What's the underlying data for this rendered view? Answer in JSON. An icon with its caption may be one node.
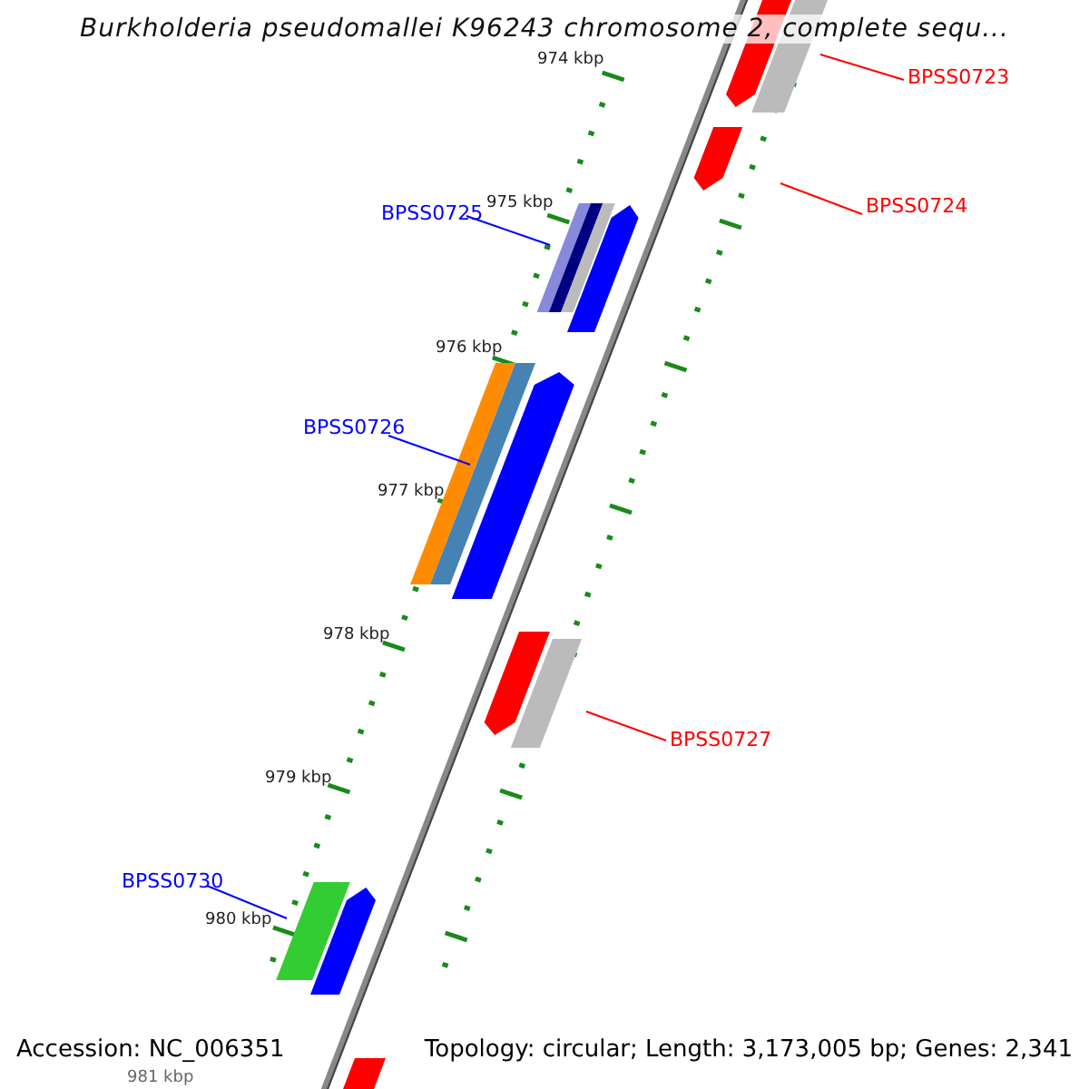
{
  "diagram": {
    "title": "Burkholderia pseudomallei K96243 chromosome 2, complete sequ...",
    "nodes": [
      {
        "text": [
          "BPSS0723"
        ]
      },
      {
        "text": [],
        "shape": "bar"
      },
      {
        "text": [
          "BPSS0724"
        ]
      },
      {
        "text": [],
        "shape": "bar"
      },
      {
        "text": [
          "BPSS0725"
        ]
      },
      {
        "text": [],
        "shape": "bar"
      },
      {
        "text": [
          "BPSS0726"
        ]
      },
      {
        "text": [],
        "shape": "bar"
      },
      {
        "text": [
          "BPSS0727"
        ]
      },
      {
        "text": [],
        "shape": "bar"
      },
      {
        "text": [
          "BPSS0730"
        ]
      },
      {
        "text": [],
        "shape": "bar"
      },
      {
        "text": [],
        "shape": "bar"
      },
      {
        "text": [],
        "shape": "bar"
      },
      {
        "text": [],
        "shape": "bar"
      },
      {
        "text": [],
        "shape": "bar"
      },
      {
        "text": [],
        "shape": "bar"
      },
      {
        "text": [],
        "shape": "bar"
      }
    ],
    "edges": [
      {
        "from": 0,
        "to": 1,
        "arrow": "none",
        "color": "#ff0000"
      },
      {
        "from": 2,
        "to": 3,
        "arrow": "none",
        "color": "#ff0000"
      },
      {
        "from": 4,
        "to": 5,
        "arrow": "none",
        "color": "#0000ff"
      },
      {
        "from": 6,
        "to": 7,
        "arrow": "none",
        "color": "#0000ff"
      },
      {
        "from": 8,
        "to": 9,
        "arrow": "none",
        "color": "#ff0000"
      },
      {
        "from": 10,
        "to": 11,
        "arrow": "none",
        "color": "#0000ff"
      }
    ],
    "labels": [
      "974 kbp",
      "975 kbp",
      "976 kbp",
      "977 kbp",
      "978 kbp",
      "979 kbp",
      "980 kbp",
      "981 kbp",
      "Accession: NC_006351",
      "Topology: circular; Length: 3,173,005 bp; Genes: 2,341"
    ]
  }
}
